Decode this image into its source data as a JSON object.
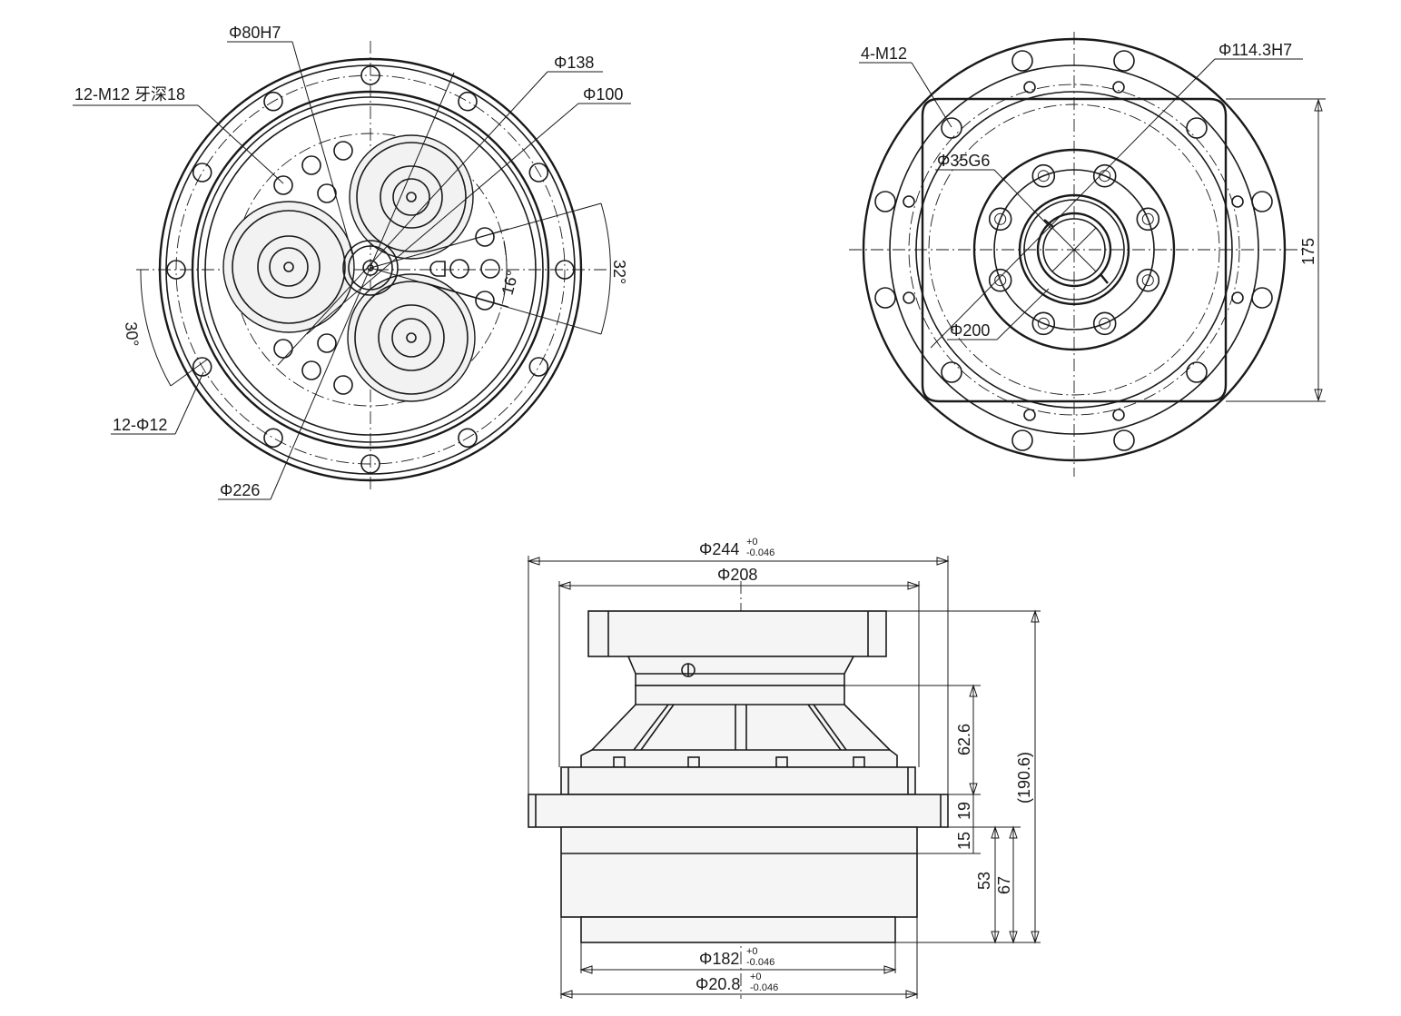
{
  "front_view": {
    "labels": {
      "d80": "Φ80H7",
      "m12_depth": "12-M12 牙深18",
      "d138": "Φ138",
      "d100": "Φ100",
      "angle32": "32°",
      "angle16": "16°",
      "angle30": "30°",
      "holes12": "12-Φ12",
      "d226": "Φ226"
    }
  },
  "rear_view": {
    "labels": {
      "m12_4": "4-M12",
      "d114": "Φ114.3H7",
      "d35": "Φ35G6",
      "d200": "Φ200",
      "h175": "175"
    }
  },
  "side_view": {
    "labels": {
      "d244": "Φ244",
      "d244_tol_upper": "+0",
      "d244_tol_lower": "-0.046",
      "d208": "Φ208",
      "h62": "62.6",
      "h19": "19",
      "h15": "15",
      "h53": "53",
      "h67": "67",
      "h190": "(190.6)",
      "d182": "Φ182",
      "d182_tol_upper": "+0",
      "d182_tol_lower": "-0.046",
      "d208b": "Φ20.8",
      "d208b_tol_upper": "+0",
      "d208b_tol_lower": "-0.046"
    }
  }
}
